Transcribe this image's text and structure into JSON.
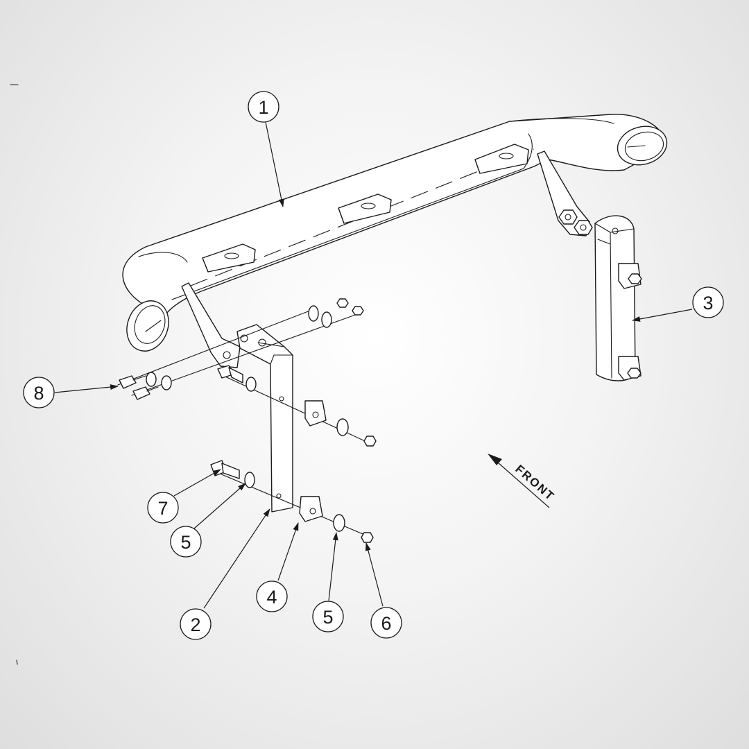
{
  "callouts": [
    {
      "id": "c1",
      "label": "1"
    },
    {
      "id": "c2",
      "label": "2"
    },
    {
      "id": "c3",
      "label": "3"
    },
    {
      "id": "c4",
      "label": "4"
    },
    {
      "id": "c5a",
      "label": "5"
    },
    {
      "id": "c5b",
      "label": "5"
    },
    {
      "id": "c6",
      "label": "6"
    },
    {
      "id": "c7",
      "label": "7"
    },
    {
      "id": "c8",
      "label": "8"
    }
  ],
  "direction_indicator": {
    "label": "FRONT"
  },
  "colors": {
    "line": "#1a1a1a",
    "background": "#eeeeee",
    "part_fill": "#ffffff"
  }
}
